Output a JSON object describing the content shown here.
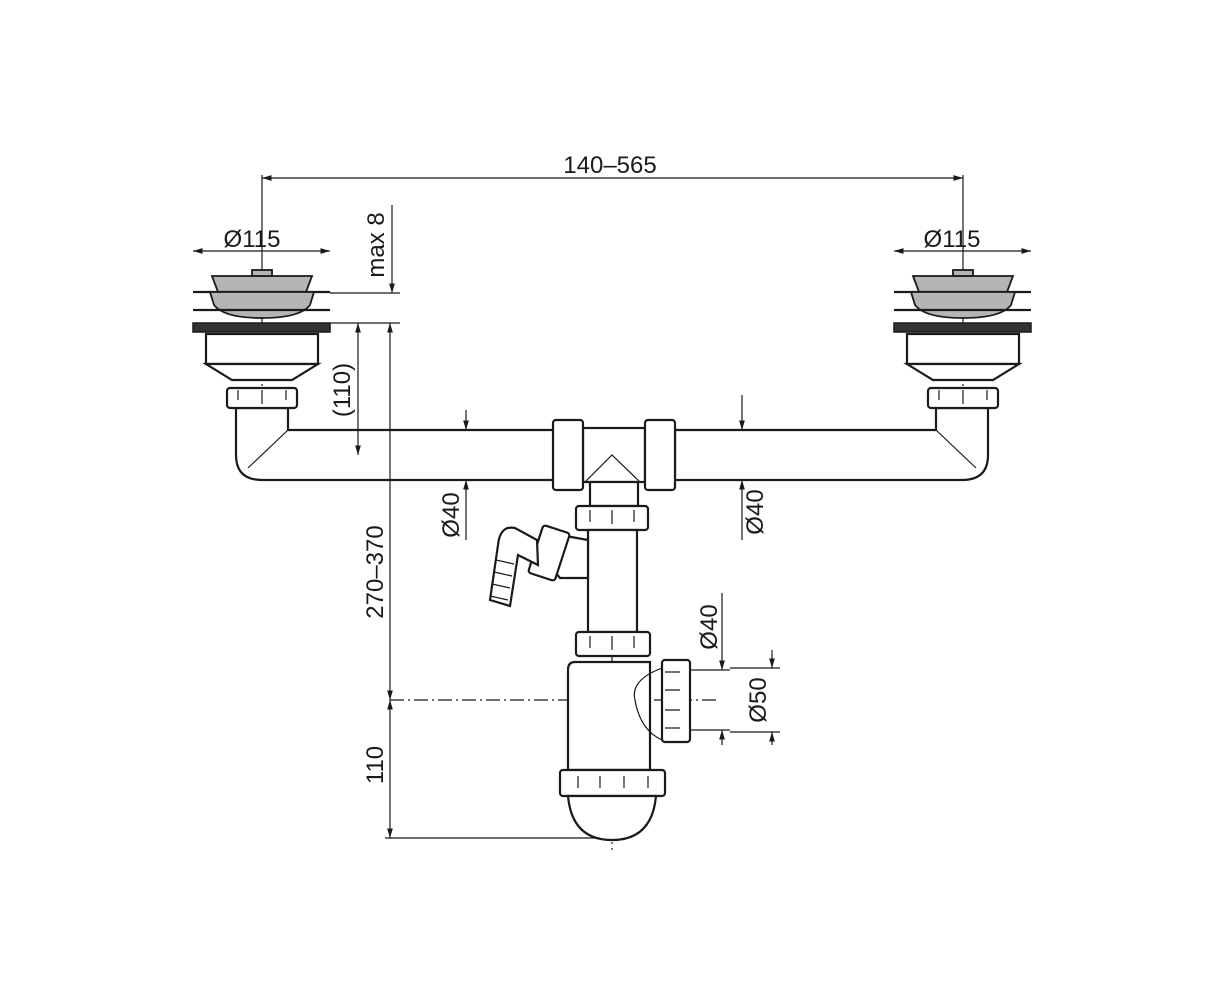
{
  "title": "Double sink siphon with washing machine connection – dimension drawing",
  "dimensions": {
    "strainer_spacing": "140–565",
    "strainer_diameter_left": "Ø115",
    "strainer_diameter_right": "Ø115",
    "max_thickness": "max 8",
    "strainer_height": "(110)",
    "total_height": "270–370",
    "trap_height": "110",
    "pipe_diameter_left": "Ø40",
    "pipe_diameter_right": "Ø40",
    "outlet_inner": "Ø40",
    "outlet_outer": "Ø50"
  },
  "colors": {
    "line": "#1a1a1a",
    "metal": "#b5b5b5",
    "gasket": "#333333"
  }
}
